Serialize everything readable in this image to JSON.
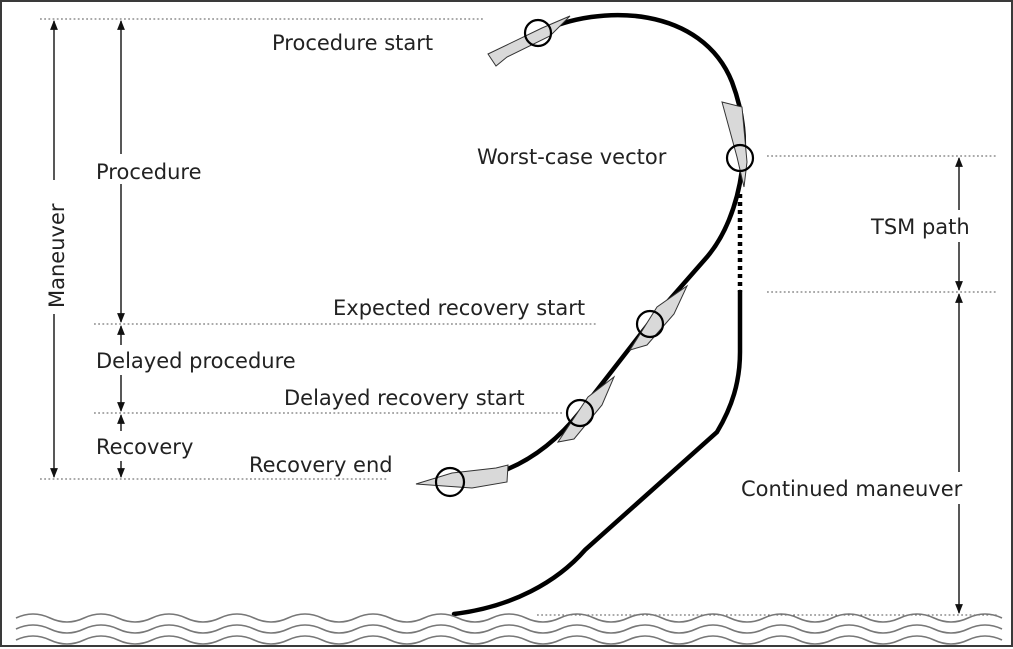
{
  "diagram": {
    "labels": {
      "procedure_start": "Procedure start",
      "worst_case_vector": "Worst-case vector",
      "expected_recovery_start": "Expected recovery start",
      "delayed_recovery_start": "Delayed recovery start",
      "recovery_end": "Recovery end",
      "maneuver": "Maneuver",
      "procedure": "Procedure",
      "delayed_procedure": "Delayed procedure",
      "recovery": "Recovery",
      "tsm_path": "TSM path",
      "continued_maneuver": "Continued maneuver"
    },
    "colors": {
      "line": "#000000",
      "aircraft_fill": "#d9d9d9",
      "guide": "#555555",
      "ground": "#777777"
    }
  }
}
